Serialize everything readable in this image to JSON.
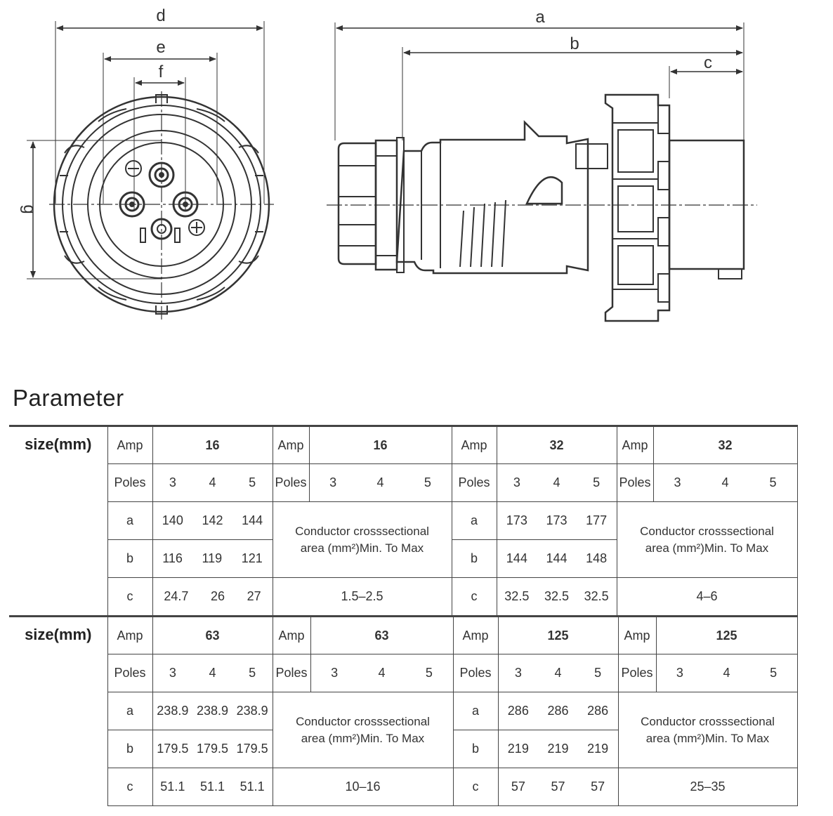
{
  "drawing": {
    "front_view": {
      "labels": [
        "d",
        "e",
        "f",
        "g"
      ]
    },
    "side_view": {
      "labels": [
        "a",
        "b",
        "c"
      ]
    }
  },
  "section_title": "Parameter",
  "tables": [
    {
      "size_label": "size(mm)",
      "groups": [
        {
          "amp_label": "Amp",
          "amp": "16",
          "poles_label": "Poles",
          "poles": [
            "3",
            "4",
            "5"
          ],
          "rows": [
            {
              "label": "a",
              "values": [
                "140",
                "142",
                "144"
              ]
            },
            {
              "label": "b",
              "values": [
                "116",
                "119",
                "121"
              ]
            },
            {
              "label": "c",
              "values": [
                "24.7",
                "26",
                "27"
              ]
            }
          ]
        },
        {
          "amp_label": "Amp",
          "amp": "16",
          "poles_label": "Poles",
          "poles": [
            "3",
            "4",
            "5"
          ],
          "conductor_line1": "Conductor crosssectional",
          "conductor_line2": "area (mm²)Min. To Max",
          "conductor_range": "1.5–2.5"
        },
        {
          "amp_label": "Amp",
          "amp": "32",
          "poles_label": "Poles",
          "poles": [
            "3",
            "4",
            "5"
          ],
          "rows": [
            {
              "label": "a",
              "values": [
                "173",
                "173",
                "177"
              ]
            },
            {
              "label": "b",
              "values": [
                "144",
                "144",
                "148"
              ]
            },
            {
              "label": "c",
              "values": [
                "32.5",
                "32.5",
                "32.5"
              ]
            }
          ]
        },
        {
          "amp_label": "Amp",
          "amp": "32",
          "poles_label": "Poles",
          "poles": [
            "3",
            "4",
            "5"
          ],
          "conductor_line1": "Conductor crosssectional",
          "conductor_line2": "area (mm²)Min. To Max",
          "conductor_range": "4–6"
        }
      ]
    },
    {
      "size_label": "size(mm)",
      "groups": [
        {
          "amp_label": "Amp",
          "amp": "63",
          "poles_label": "Poles",
          "poles": [
            "3",
            "4",
            "5"
          ],
          "rows": [
            {
              "label": "a",
              "values": [
                "238.9",
                "238.9",
                "238.9"
              ]
            },
            {
              "label": "b",
              "values": [
                "179.5",
                "179.5",
                "179.5"
              ]
            },
            {
              "label": "c",
              "values": [
                "51.1",
                "51.1",
                "51.1"
              ]
            }
          ]
        },
        {
          "amp_label": "Amp",
          "amp": "63",
          "poles_label": "Poles",
          "poles": [
            "3",
            "4",
            "5"
          ],
          "conductor_line1": "Conductor crosssectional",
          "conductor_line2": "area (mm²)Min. To Max",
          "conductor_range": "10–16"
        },
        {
          "amp_label": "Amp",
          "amp": "125",
          "poles_label": "Poles",
          "poles": [
            "3",
            "4",
            "5"
          ],
          "rows": [
            {
              "label": "a",
              "values": [
                "286",
                "286",
                "286"
              ]
            },
            {
              "label": "b",
              "values": [
                "219",
                "219",
                "219"
              ]
            },
            {
              "label": "c",
              "values": [
                "57",
                "57",
                "57"
              ]
            }
          ]
        },
        {
          "amp_label": "Amp",
          "amp": "125",
          "poles_label": "Poles",
          "poles": [
            "3",
            "4",
            "5"
          ],
          "conductor_line1": "Conductor crosssectional",
          "conductor_line2": "area (mm²)Min. To Max",
          "conductor_range": "25–35"
        }
      ]
    }
  ]
}
